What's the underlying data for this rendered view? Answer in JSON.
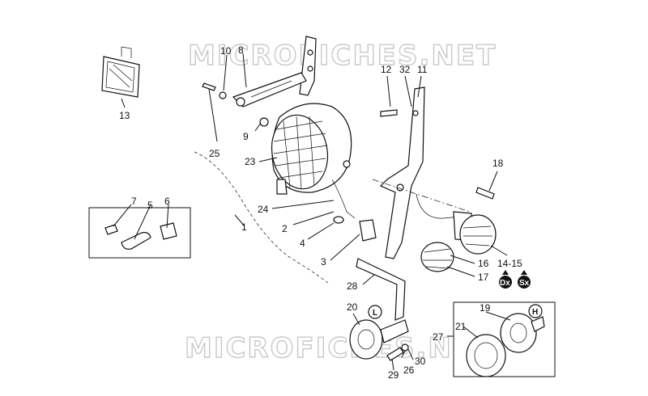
{
  "watermark": "MICROFICHES.NET",
  "callouts": {
    "n1": "1",
    "n2": "2",
    "n3": "3",
    "n4": "4",
    "n5": "5",
    "n6": "6",
    "n7": "7",
    "n8": "8",
    "n9": "9",
    "n10": "10",
    "n11": "11",
    "n12": "12",
    "n13": "13",
    "n14_15": "14-15",
    "n16": "16",
    "n17": "17",
    "n18": "18",
    "n19": "19",
    "n20": "20",
    "n21": "21",
    "n23": "23",
    "n24": "24",
    "n25": "25",
    "n26": "26",
    "n27": "27",
    "n28": "28",
    "n29": "29",
    "n30": "30",
    "n32": "32"
  },
  "markers": {
    "dx": "Dx",
    "sx": "Sx",
    "horn_left": "L",
    "horn_right": "H"
  }
}
